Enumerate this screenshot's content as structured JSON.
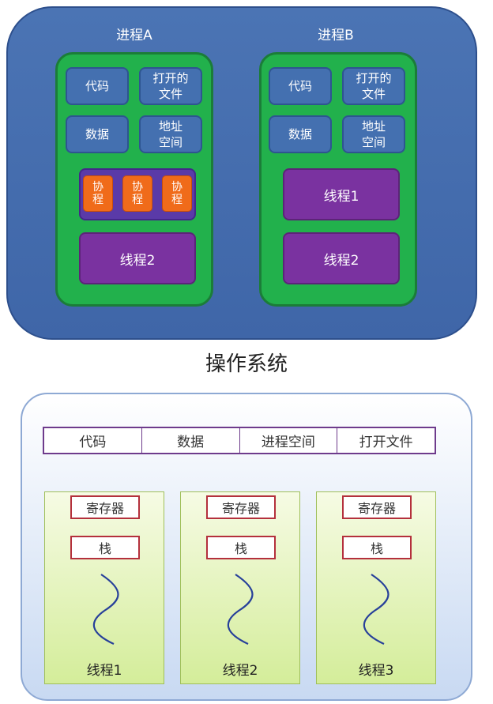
{
  "process_a": {
    "title": "进程A",
    "blocks": [
      "代码",
      "打开的\n文件",
      "数据",
      "地址\n空间"
    ],
    "coroutines": [
      "协\n程",
      "协\n程",
      "协\n程"
    ],
    "thread": "线程2"
  },
  "process_b": {
    "title": "进程B",
    "blocks": [
      "代码",
      "打开的\n文件",
      "数据",
      "地址\n空间"
    ],
    "threads": [
      "线程1",
      "线程2"
    ]
  },
  "os_caption": "操作系统",
  "shared": [
    "代码",
    "数据",
    "进程空间",
    "打开文件"
  ],
  "threads": [
    {
      "register": "寄存器",
      "stack": "栈",
      "label": "线程1"
    },
    {
      "register": "寄存器",
      "stack": "栈",
      "label": "线程2"
    },
    {
      "register": "寄存器",
      "stack": "栈",
      "label": "线程3"
    }
  ],
  "colors": {
    "os_top": "#4b74b4",
    "process": "#22b14c",
    "block": "#4470b0",
    "thread": "#7a32a0",
    "coroutine": "#f06b1a",
    "thread_column": "#d4ed9a",
    "register_border": "#b4303c"
  }
}
